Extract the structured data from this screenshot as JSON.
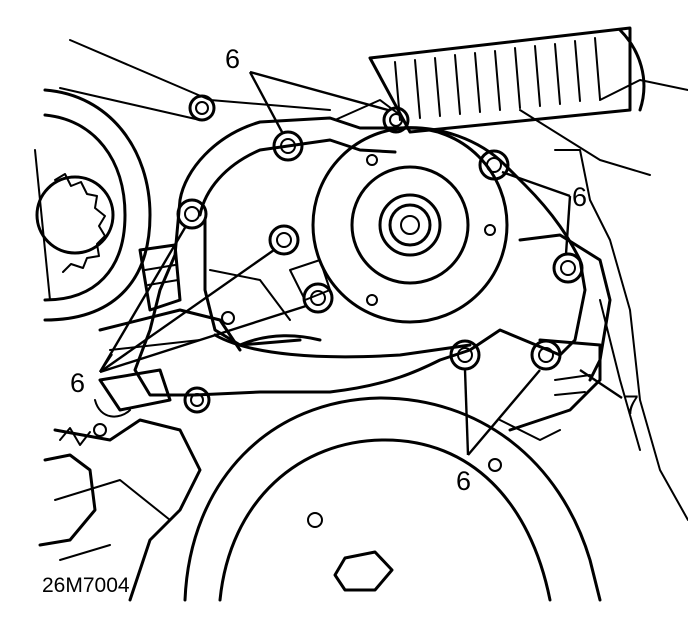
{
  "figure_id": "26M7004",
  "callouts": {
    "bolts_top": "6",
    "bolts_right": "6",
    "bolts_left": "6",
    "bolts_bottom": "6",
    "gasket": "7"
  }
}
